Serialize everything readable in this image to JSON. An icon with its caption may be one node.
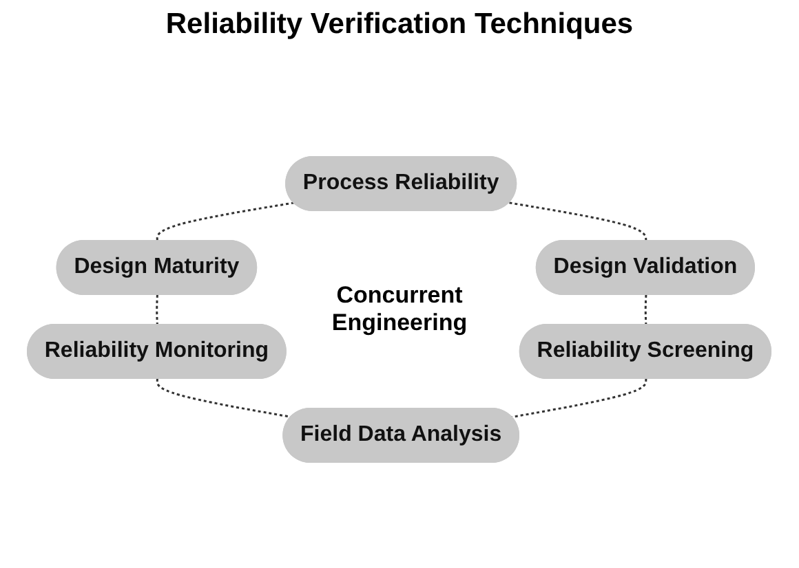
{
  "diagram": {
    "title": "Reliability Verification Techniques",
    "nodes": [
      {
        "text": [
          "Process Reliability"
        ]
      },
      {
        "text": [
          "Design Maturity"
        ]
      },
      {
        "text": [
          "Reliability Monitoring"
        ]
      },
      {
        "text": [
          "Field Data Analysis"
        ]
      },
      {
        "text": [
          "Reliability Screening"
        ]
      },
      {
        "text": [
          "Design Validation"
        ]
      }
    ],
    "edges": [
      {
        "from": 0,
        "to": 1,
        "arrow": "none",
        "style": "dashed"
      },
      {
        "from": 1,
        "to": 2,
        "arrow": "none",
        "style": "dashed"
      },
      {
        "from": 2,
        "to": 3,
        "arrow": "none",
        "style": "dashed"
      },
      {
        "from": 4,
        "to": 3,
        "arrow": "none",
        "style": "dashed"
      },
      {
        "from": 5,
        "to": 4,
        "arrow": "none",
        "style": "dashed"
      },
      {
        "from": 0,
        "to": 5,
        "arrow": "none",
        "style": "dashed"
      }
    ],
    "labels": [
      "Concurrent Engineering"
    ]
  }
}
